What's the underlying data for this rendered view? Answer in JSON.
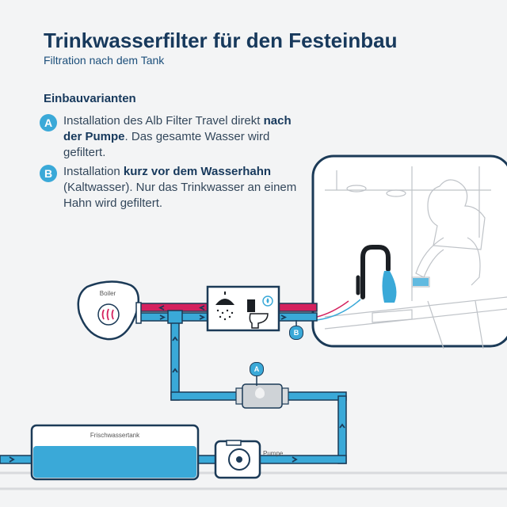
{
  "header": {
    "title": "Trinkwasserfilter für den Festeinbau",
    "subtitle": "Filtration nach dem Tank"
  },
  "section": {
    "heading": "Einbauvarianten"
  },
  "variants": [
    {
      "badge": "A",
      "text_before": "Installation des Alb Filter Travel direkt ",
      "text_bold": "nach der Pumpe",
      "text_after": ". Das gesamte Wasser wird gefiltert."
    },
    {
      "badge": "B",
      "text_before": "Installation ",
      "text_bold": "kurz vor dem Wasserhahn",
      "text_after": " (Kaltwasser). Nur das Trinkwasser an einem Hahn wird gefiltert."
    }
  ],
  "diagram": {
    "boiler_label": "Boiler",
    "tank_label": "Frischwassertank",
    "pump_label": "Pumpe",
    "marker_a": "A",
    "marker_b": "B",
    "colors": {
      "cold_water": "#3aa9d8",
      "hot_water": "#d4215e",
      "outline": "#1b3a57",
      "accent": "#17395c"
    }
  }
}
